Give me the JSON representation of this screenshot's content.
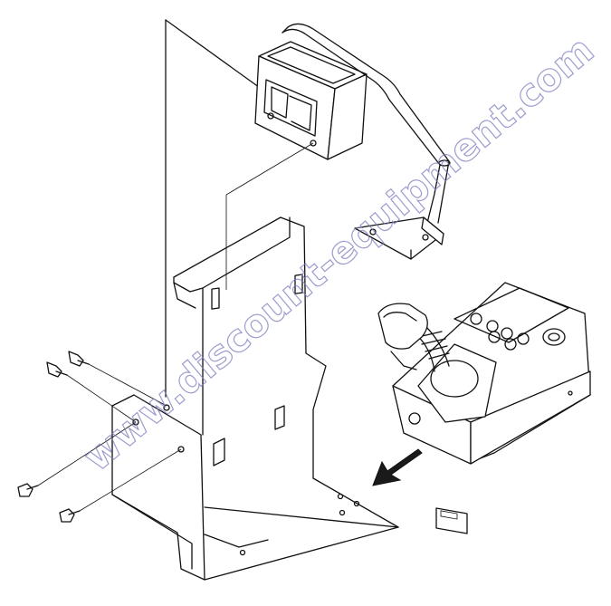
{
  "figure": {
    "watermark": "www.discount-equipment.com",
    "components": [
      {
        "name": "upper-handle-bracket"
      },
      {
        "name": "mounting-plate"
      },
      {
        "name": "base-bracket"
      },
      {
        "name": "mounting-screws",
        "count": 4
      },
      {
        "name": "joystick-control-box"
      },
      {
        "name": "direction-arrow"
      }
    ],
    "colors": {
      "line": "#111111",
      "watermark": "#7b7bbf",
      "background": "#ffffff"
    }
  }
}
